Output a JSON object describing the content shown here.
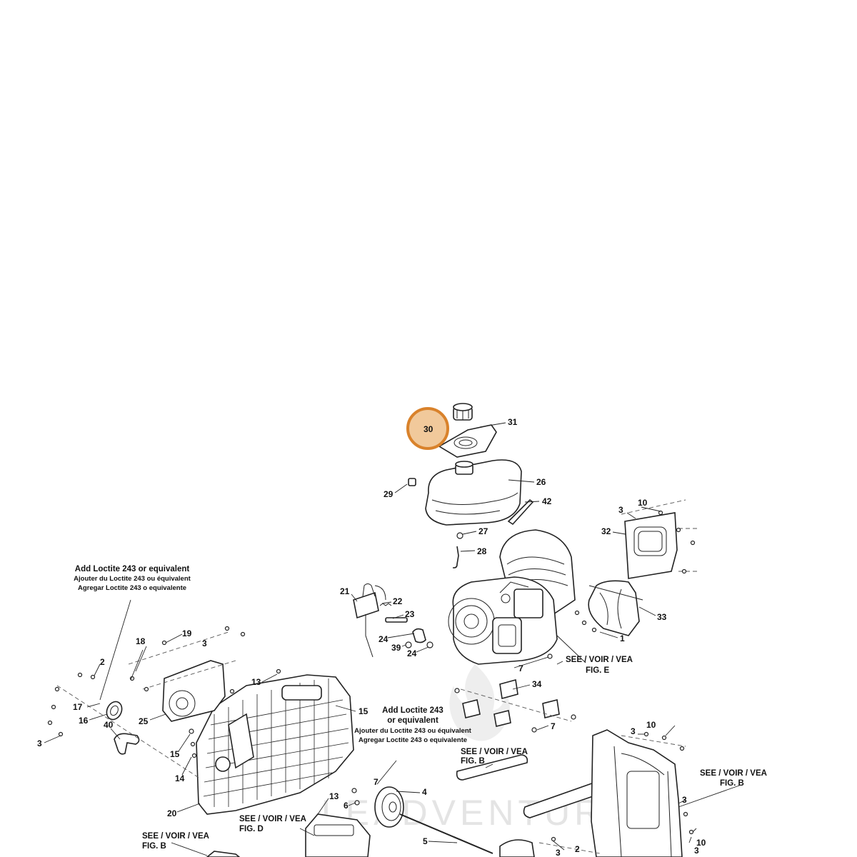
{
  "diagram": {
    "highlight": {
      "label": "30",
      "color": "#d9822b"
    },
    "callouts": [
      {
        "id": "c30",
        "text": "30"
      },
      {
        "id": "c31",
        "text": "31"
      },
      {
        "id": "c26",
        "text": "26"
      },
      {
        "id": "c29",
        "text": "29"
      },
      {
        "id": "c42",
        "text": "42"
      },
      {
        "id": "c27",
        "text": "27"
      },
      {
        "id": "c28",
        "text": "28"
      },
      {
        "id": "c10a",
        "text": "10"
      },
      {
        "id": "c3a",
        "text": "3"
      },
      {
        "id": "c32",
        "text": "32"
      },
      {
        "id": "c33",
        "text": "33"
      },
      {
        "id": "c1",
        "text": "1"
      },
      {
        "id": "c21",
        "text": "21"
      },
      {
        "id": "c22",
        "text": "22"
      },
      {
        "id": "c23",
        "text": "23"
      },
      {
        "id": "c24a",
        "text": "24"
      },
      {
        "id": "c39",
        "text": "39"
      },
      {
        "id": "c24b",
        "text": "24"
      },
      {
        "id": "c7a",
        "text": "7"
      },
      {
        "id": "c34",
        "text": "34"
      },
      {
        "id": "c7b",
        "text": "7"
      },
      {
        "id": "c19",
        "text": "19"
      },
      {
        "id": "c18",
        "text": "18"
      },
      {
        "id": "c3b",
        "text": "3"
      },
      {
        "id": "c2",
        "text": "2"
      },
      {
        "id": "c17",
        "text": "17"
      },
      {
        "id": "c16",
        "text": "16"
      },
      {
        "id": "c25",
        "text": "25"
      },
      {
        "id": "c40",
        "text": "40"
      },
      {
        "id": "c3c",
        "text": "3"
      },
      {
        "id": "c13a",
        "text": "13"
      },
      {
        "id": "c15a",
        "text": "15"
      },
      {
        "id": "c15b",
        "text": "15"
      },
      {
        "id": "c14",
        "text": "14"
      },
      {
        "id": "c20",
        "text": "20"
      },
      {
        "id": "c7c",
        "text": "7"
      },
      {
        "id": "c4",
        "text": "4"
      },
      {
        "id": "c6",
        "text": "6"
      },
      {
        "id": "c13b",
        "text": "13"
      },
      {
        "id": "c5",
        "text": "5"
      },
      {
        "id": "c3d",
        "text": "3"
      },
      {
        "id": "c10b",
        "text": "10"
      },
      {
        "id": "c3e",
        "text": "3"
      },
      {
        "id": "c3f",
        "text": "3"
      },
      {
        "id": "c10c",
        "text": "10"
      },
      {
        "id": "c2b",
        "text": "2"
      },
      {
        "id": "c3g",
        "text": "3"
      }
    ],
    "notes": {
      "loctite_left": {
        "en": "Add Loctite 243 or equivalent",
        "fr": "Ajouter du Loctite 243 ou équivalent",
        "es": "Agregar Loctite 243 o equivalente"
      },
      "loctite_center": {
        "en1": "Add Loctite 243",
        "en2": "or equivalent",
        "fr": "Ajouter du Loctite 243 ou équivalent",
        "es": "Agregar Loctite 243 o equivalente"
      },
      "see_e": {
        "l1": "SEE / VOIR / VEA",
        "l2": "FIG. E"
      },
      "see_b_center": {
        "l1": "SEE / VOIR / VEA",
        "l2": "FIG. B"
      },
      "see_b_right": {
        "l1": "SEE / VOIR / VEA",
        "l2": "FIG. B"
      },
      "see_d": {
        "l1": "SEE / VOIR / VEA",
        "l2": "FIG. D"
      },
      "see_b_left": {
        "l1": "SEE / VOIR / VEA",
        "l2": "FIG. B"
      }
    },
    "watermark": "LEADVENTURE"
  }
}
